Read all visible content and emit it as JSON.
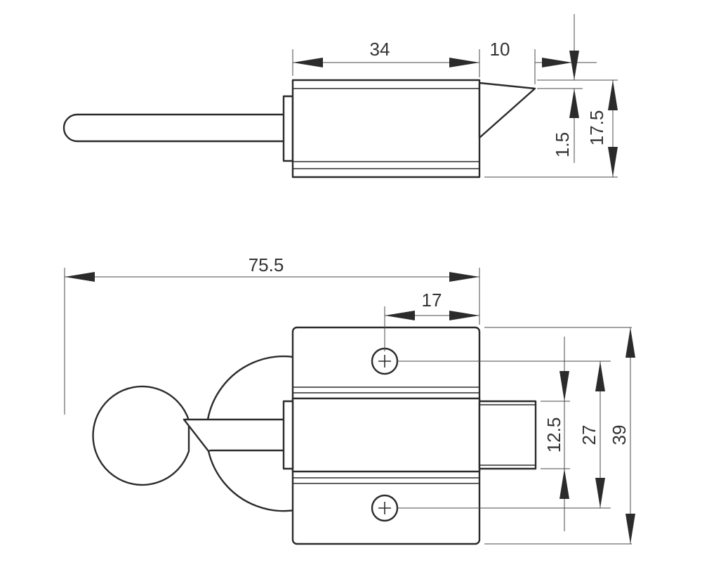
{
  "dimensions": {
    "top_body_length": "34",
    "top_tip_length": "10",
    "top_height": "17.5",
    "top_small_offset": "1.5",
    "overall_length": "75.5",
    "hole_offset": "17",
    "bolt_width": "12.5",
    "hole_spacing": "27",
    "body_height": "39"
  },
  "colors": {
    "line": "#2b2b2b",
    "dimension": "#4a4a4a",
    "text": "#333333"
  }
}
